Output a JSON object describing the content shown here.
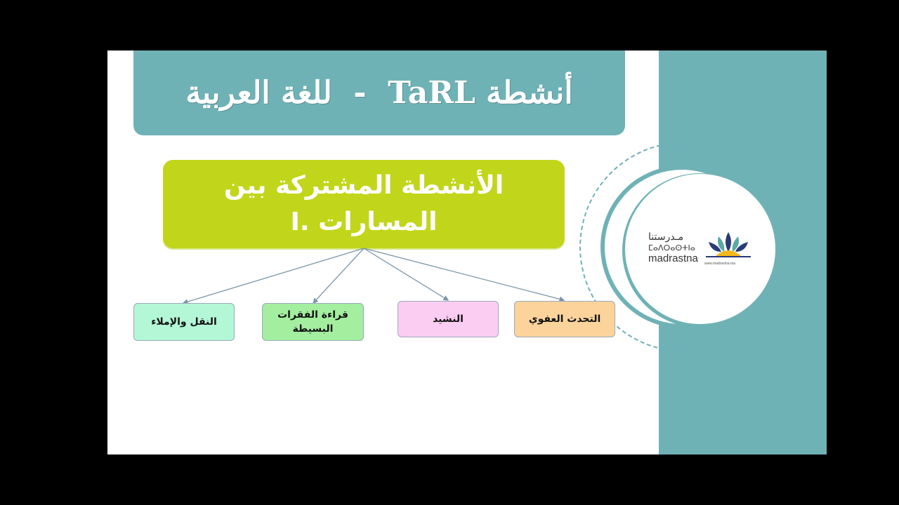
{
  "title": "أنشطة TaRL  -  للغة العربية",
  "main_box": "الأنشطة المشتركة بين المسارات .I",
  "activities": [
    {
      "label": "التحدث العفوي",
      "color": "#fbd39b"
    },
    {
      "label": "النشيد",
      "color": "#fccdf3"
    },
    {
      "label": "قراءة الفقرات البسيطة",
      "color": "#a3ee9f"
    },
    {
      "label": "النقل والإملاء",
      "color": "#b3f7d6"
    }
  ],
  "logo": {
    "arabic": "مـدرستنا",
    "tifinagh": "ⵎⴰⴷⵔⴰⵙⵜⵏⴰ",
    "latin": "madrastna",
    "url": "www.madrastna.ma"
  },
  "colors": {
    "teal": "#6fb2b6",
    "lime": "#c1d61a",
    "navy": "#2b3a78",
    "sun": "#f6b81c"
  }
}
